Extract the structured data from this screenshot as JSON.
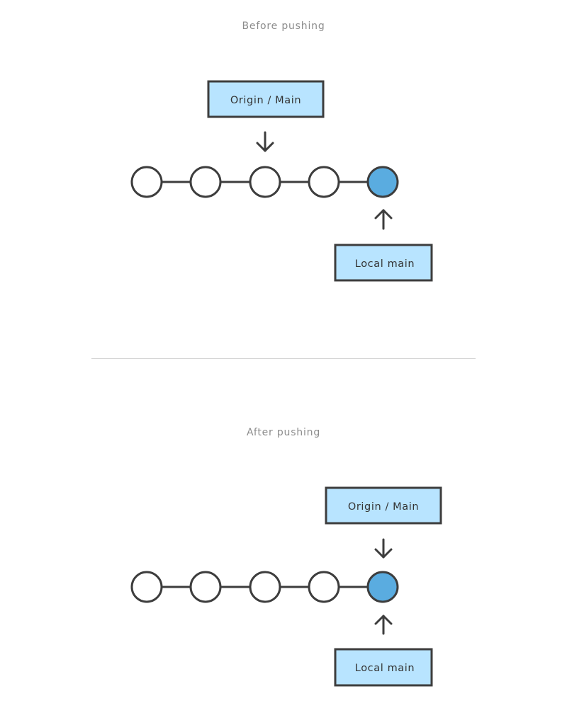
{
  "colors": {
    "stroke": "#3d3d3d",
    "label_box_fill": "#b8e4ff",
    "commit_empty_fill": "#ffffff",
    "commit_head_fill": "#5aace0",
    "caption_text": "#8c8c8c",
    "divider": "#d4d4d4"
  },
  "before": {
    "caption": "Before pushing",
    "commits": [
      "empty",
      "empty",
      "empty",
      "empty",
      "head"
    ],
    "origin_label": "Origin / Main",
    "origin_points_to_commit": 3,
    "local_label": "Local main",
    "local_points_to_commit": 5
  },
  "after": {
    "caption": "After pushing",
    "commits": [
      "empty",
      "empty",
      "empty",
      "empty",
      "head"
    ],
    "origin_label": "Origin / Main",
    "origin_points_to_commit": 5,
    "local_label": "Local main",
    "local_points_to_commit": 5
  }
}
